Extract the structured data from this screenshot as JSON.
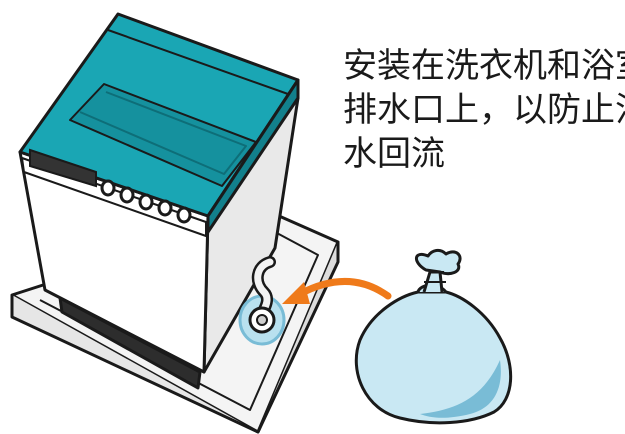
{
  "caption": {
    "lines": [
      "安装在洗衣机和浴室",
      "排水口上，以防止污",
      "水回流"
    ]
  },
  "colors": {
    "lid": "#1aa6b4",
    "lid_dark": "#12808c",
    "bag": "#c9e8f3",
    "bag_shadow": "#79bcd6",
    "arrow": "#ef7a1a",
    "outline": "#1a1a1a",
    "tray": "#f4f4f4",
    "machine_front": "#ffffff",
    "machine_side": "#e9e9e9",
    "display_panel": "#333333"
  },
  "icons": [
    "washing-machine-icon",
    "drain-tray-icon",
    "drain-hose-icon",
    "water-bag-icon",
    "arrow-icon"
  ]
}
